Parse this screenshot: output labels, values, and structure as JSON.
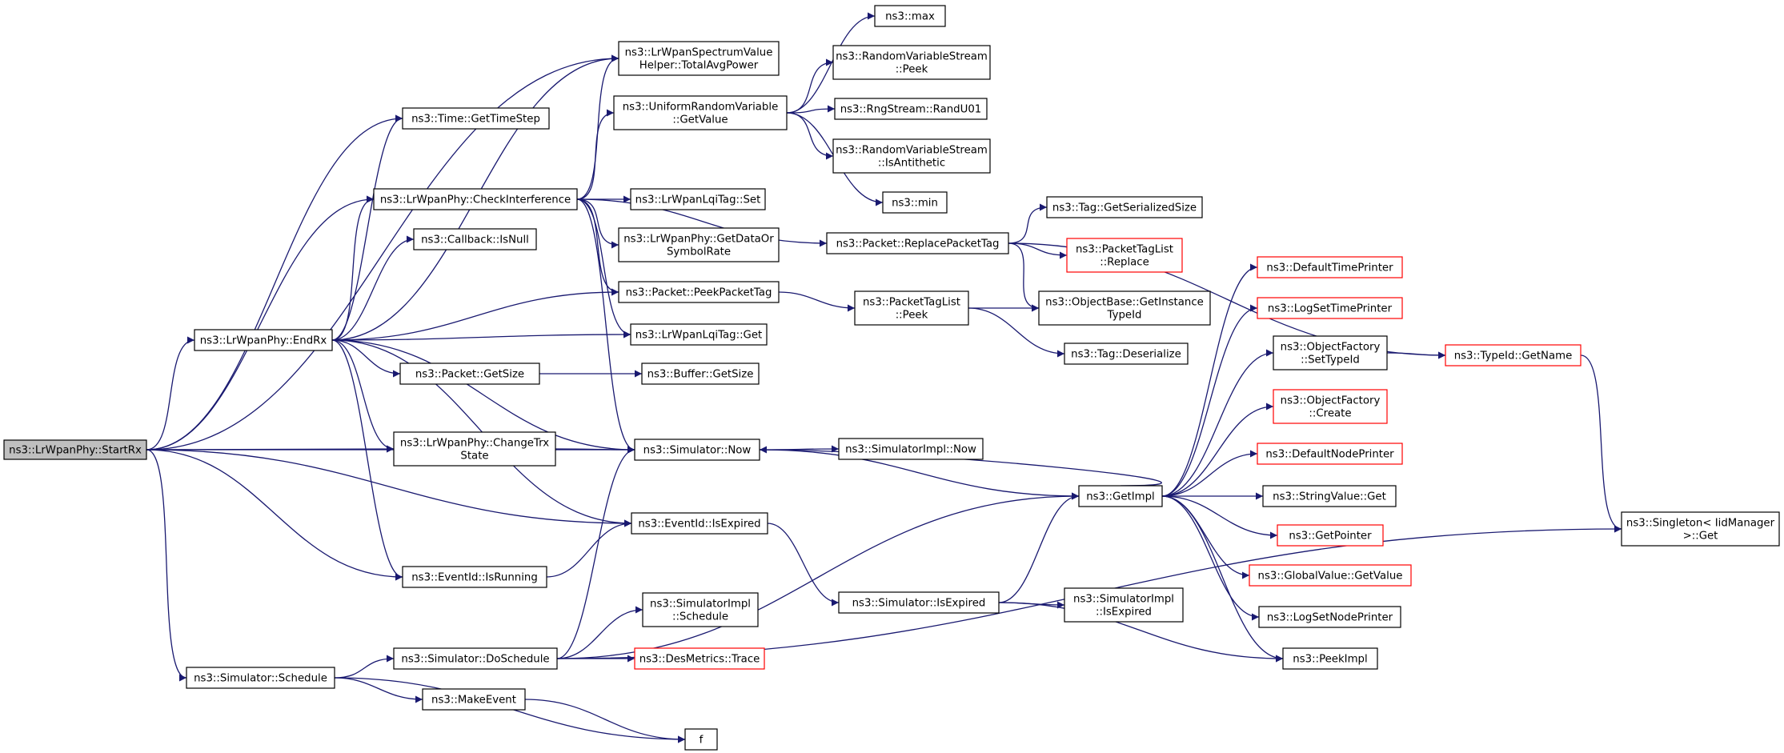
{
  "colors": {
    "edge": "#191970",
    "root_fill": "#bfbfbf",
    "node_border": "#000000",
    "truncated_border": "#ff0000"
  },
  "nodes": [
    {
      "id": "startrx",
      "lines": [
        "ns3::LrWpanPhy::StartRx"
      ],
      "root": true
    },
    {
      "id": "totalavg",
      "lines": [
        "ns3::LrWpanSpectrumValue",
        "Helper::TotalAvgPower"
      ]
    },
    {
      "id": "timestep",
      "lines": [
        "ns3::Time::GetTimeStep"
      ]
    },
    {
      "id": "checkint",
      "lines": [
        "ns3::LrWpanPhy::CheckInterference"
      ]
    },
    {
      "id": "cbisnull",
      "lines": [
        "ns3::Callback::IsNull"
      ]
    },
    {
      "id": "endrx",
      "lines": [
        "ns3::LrWpanPhy::EndRx"
      ]
    },
    {
      "id": "changetrx",
      "lines": [
        "ns3::LrWpanPhy::ChangeTrx",
        "State"
      ]
    },
    {
      "id": "evisrunning",
      "lines": [
        "ns3::EventId::IsRunning"
      ]
    },
    {
      "id": "simschedule",
      "lines": [
        "ns3::Simulator::Schedule"
      ]
    },
    {
      "id": "uniform",
      "lines": [
        "ns3::UniformRandomVariable",
        "::GetValue"
      ]
    },
    {
      "id": "lqiset",
      "lines": [
        "ns3::LrWpanLqiTag::Set"
      ]
    },
    {
      "id": "datasym",
      "lines": [
        "ns3::LrWpanPhy::GetDataOr",
        "SymbolRate"
      ]
    },
    {
      "id": "peekpkt",
      "lines": [
        "ns3::Packet::PeekPacketTag"
      ]
    },
    {
      "id": "lqiget",
      "lines": [
        "ns3::LrWpanLqiTag::Get"
      ]
    },
    {
      "id": "pktsize",
      "lines": [
        "ns3::Packet::GetSize"
      ]
    },
    {
      "id": "simnow",
      "lines": [
        "ns3::Simulator::Now"
      ]
    },
    {
      "id": "evisexpired",
      "lines": [
        "ns3::EventId::IsExpired"
      ]
    },
    {
      "id": "doschedule",
      "lines": [
        "ns3::Simulator::DoSchedule"
      ]
    },
    {
      "id": "makeevent",
      "lines": [
        "ns3::MakeEvent"
      ]
    },
    {
      "id": "f",
      "lines": [
        "f"
      ]
    },
    {
      "id": "max",
      "lines": [
        "ns3::max"
      ]
    },
    {
      "id": "rvspeek",
      "lines": [
        "ns3::RandomVariableStream",
        "::Peek"
      ]
    },
    {
      "id": "randu01",
      "lines": [
        "ns3::RngStream::RandU01"
      ]
    },
    {
      "id": "isanti",
      "lines": [
        "ns3::RandomVariableStream",
        "::IsAntithetic"
      ]
    },
    {
      "id": "min",
      "lines": [
        "ns3::min"
      ]
    },
    {
      "id": "replacetag",
      "lines": [
        "ns3::Packet::ReplacePacketTag"
      ]
    },
    {
      "id": "ptlpeek",
      "lines": [
        "ns3::PacketTagList",
        "::Peek"
      ]
    },
    {
      "id": "bufsize",
      "lines": [
        "ns3::Buffer::GetSize"
      ]
    },
    {
      "id": "implnow",
      "lines": [
        "ns3::SimulatorImpl::Now"
      ]
    },
    {
      "id": "simisexpired",
      "lines": [
        "ns3::Simulator::IsExpired"
      ]
    },
    {
      "id": "implschedule",
      "lines": [
        "ns3::SimulatorImpl",
        "::Schedule"
      ]
    },
    {
      "id": "desmetrics",
      "lines": [
        "ns3::DesMetrics::Trace"
      ],
      "truncated": true
    },
    {
      "id": "tagser",
      "lines": [
        "ns3::Tag::GetSerializedSize"
      ]
    },
    {
      "id": "ptlreplace",
      "lines": [
        "ns3::PacketTagList",
        "::Replace"
      ],
      "truncated": true
    },
    {
      "id": "objbase",
      "lines": [
        "ns3::ObjectBase::GetInstance",
        "TypeId"
      ]
    },
    {
      "id": "tagdeser",
      "lines": [
        "ns3::Tag::Deserialize"
      ]
    },
    {
      "id": "getimpl",
      "lines": [
        "ns3::GetImpl"
      ]
    },
    {
      "id": "implisexp",
      "lines": [
        "ns3::SimulatorImpl",
        "::IsExpired"
      ]
    },
    {
      "id": "defaulttime",
      "lines": [
        "ns3::DefaultTimePrinter"
      ],
      "truncated": true
    },
    {
      "id": "logsettime",
      "lines": [
        "ns3::LogSetTimePrinter"
      ],
      "truncated": true
    },
    {
      "id": "ofsettypeid",
      "lines": [
        "ns3::ObjectFactory",
        "::SetTypeId"
      ]
    },
    {
      "id": "ofcreate",
      "lines": [
        "ns3::ObjectFactory",
        "::Create"
      ],
      "truncated": true
    },
    {
      "id": "defaultnode",
      "lines": [
        "ns3::DefaultNodePrinter"
      ],
      "truncated": true
    },
    {
      "id": "strvalget",
      "lines": [
        "ns3::StringValue::Get"
      ]
    },
    {
      "id": "getpointer",
      "lines": [
        "ns3::GetPointer"
      ],
      "truncated": true
    },
    {
      "id": "globalval",
      "lines": [
        "ns3::GlobalValue::GetValue"
      ],
      "truncated": true
    },
    {
      "id": "logsetnode",
      "lines": [
        "ns3::LogSetNodePrinter"
      ]
    },
    {
      "id": "peekimpl",
      "lines": [
        "ns3::PeekImpl"
      ]
    },
    {
      "id": "typeidname",
      "lines": [
        "ns3::TypeId::GetName"
      ],
      "truncated": true
    },
    {
      "id": "singleton",
      "lines": [
        "ns3::Singleton< IidManager",
        " >::Get"
      ]
    }
  ],
  "edges": [
    [
      "startrx",
      "totalavg"
    ],
    [
      "startrx",
      "timestep"
    ],
    [
      "startrx",
      "checkint"
    ],
    [
      "startrx",
      "endrx"
    ],
    [
      "startrx",
      "changetrx"
    ],
    [
      "startrx",
      "simnow"
    ],
    [
      "startrx",
      "evisrunning"
    ],
    [
      "startrx",
      "evisexpired"
    ],
    [
      "startrx",
      "simschedule"
    ],
    [
      "endrx",
      "totalavg"
    ],
    [
      "endrx",
      "timestep"
    ],
    [
      "endrx",
      "checkint"
    ],
    [
      "endrx",
      "cbisnull"
    ],
    [
      "endrx",
      "peekpkt"
    ],
    [
      "endrx",
      "lqiget"
    ],
    [
      "endrx",
      "pktsize"
    ],
    [
      "endrx",
      "changetrx"
    ],
    [
      "endrx",
      "simnow"
    ],
    [
      "endrx",
      "evisrunning"
    ],
    [
      "endrx",
      "evisexpired"
    ],
    [
      "checkint",
      "totalavg"
    ],
    [
      "checkint",
      "uniform"
    ],
    [
      "checkint",
      "lqiset"
    ],
    [
      "checkint",
      "datasym"
    ],
    [
      "checkint",
      "peekpkt"
    ],
    [
      "checkint",
      "lqiget"
    ],
    [
      "checkint",
      "simnow"
    ],
    [
      "checkint",
      "replacetag"
    ],
    [
      "uniform",
      "max"
    ],
    [
      "uniform",
      "rvspeek"
    ],
    [
      "uniform",
      "randu01"
    ],
    [
      "uniform",
      "isanti"
    ],
    [
      "uniform",
      "min"
    ],
    [
      "replacetag",
      "tagser"
    ],
    [
      "replacetag",
      "ptlreplace"
    ],
    [
      "replacetag",
      "objbase"
    ],
    [
      "replacetag",
      "typeidname"
    ],
    [
      "peekpkt",
      "ptlpeek"
    ],
    [
      "ptlpeek",
      "objbase"
    ],
    [
      "ptlpeek",
      "tagdeser"
    ],
    [
      "pktsize",
      "bufsize"
    ],
    [
      "changetrx",
      "simnow"
    ],
    [
      "simnow",
      "implnow"
    ],
    [
      "simnow",
      "getimpl"
    ],
    [
      "evisrunning",
      "evisexpired"
    ],
    [
      "evisexpired",
      "simisexpired"
    ],
    [
      "simisexpired",
      "getimpl"
    ],
    [
      "simisexpired",
      "implisexp"
    ],
    [
      "simisexpired",
      "peekimpl"
    ],
    [
      "simschedule",
      "doschedule"
    ],
    [
      "simschedule",
      "makeevent"
    ],
    [
      "simschedule",
      "f"
    ],
    [
      "makeevent",
      "f"
    ],
    [
      "doschedule",
      "simnow"
    ],
    [
      "doschedule",
      "getimpl"
    ],
    [
      "doschedule",
      "implschedule"
    ],
    [
      "doschedule",
      "desmetrics"
    ],
    [
      "doschedule",
      "singleton"
    ],
    [
      "getimpl",
      "simnow"
    ],
    [
      "getimpl",
      "defaulttime"
    ],
    [
      "getimpl",
      "logsettime"
    ],
    [
      "getimpl",
      "ofsettypeid"
    ],
    [
      "getimpl",
      "ofcreate"
    ],
    [
      "getimpl",
      "defaultnode"
    ],
    [
      "getimpl",
      "strvalget"
    ],
    [
      "getimpl",
      "getpointer"
    ],
    [
      "getimpl",
      "globalval"
    ],
    [
      "getimpl",
      "logsetnode"
    ],
    [
      "getimpl",
      "peekimpl"
    ],
    [
      "ofsettypeid",
      "typeidname"
    ],
    [
      "typeidname",
      "singleton"
    ]
  ]
}
